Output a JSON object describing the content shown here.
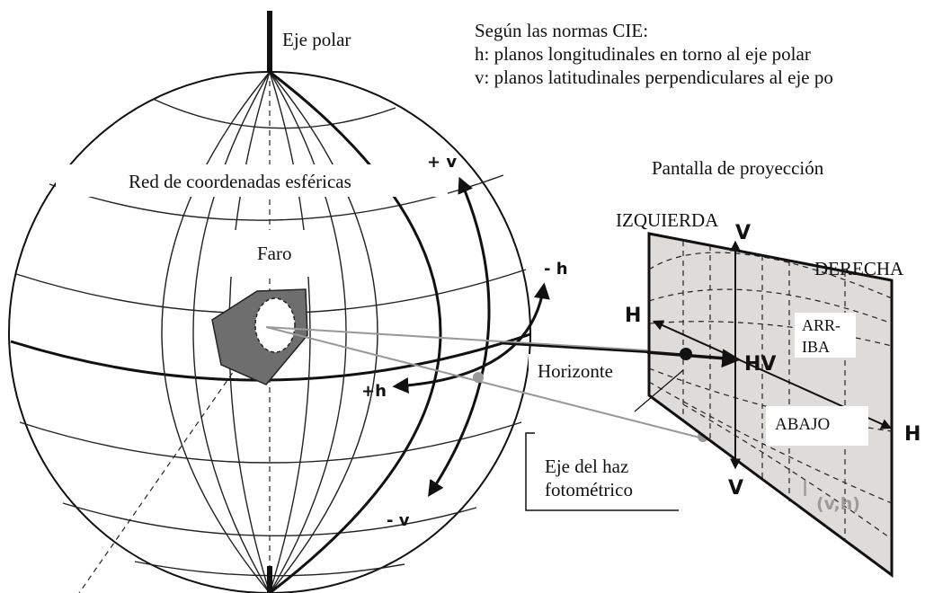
{
  "notes": {
    "title": "Según las normas CIE:",
    "h_def": "h: planos longitudinales en torno al eje polar",
    "v_def": "v: planos latitudinales perpendiculares al eje po"
  },
  "sphere": {
    "polar_axis": "Eje polar",
    "grid_label": "Red de coordenadas esféricas",
    "lamp": "Faro",
    "plus_v": "+ v",
    "minus_v": "- v",
    "plus_h": "+h",
    "minus_h": "- h"
  },
  "screen": {
    "title": "Pantalla de proyección",
    "left": "IZQUIERDA",
    "right": "DERECHA",
    "up_1": "ARR-",
    "up_2": "IBA",
    "down": "ABAJO",
    "v_top": "V",
    "v_bottom": "V",
    "h_left": "H",
    "h_right": "H",
    "hv": "HV",
    "horizon": "Horizonte",
    "intensity": "I",
    "intensity_sub": "(v,h)"
  },
  "beam_axis": {
    "line1": "Eje del haz",
    "line2": "fotométrico"
  },
  "colors": {
    "ink": "#111111",
    "screen_fill": "#dedbd8",
    "lamp_fill": "#6e6e6e",
    "beam": "#999999",
    "label_bg": "#ffffff"
  }
}
